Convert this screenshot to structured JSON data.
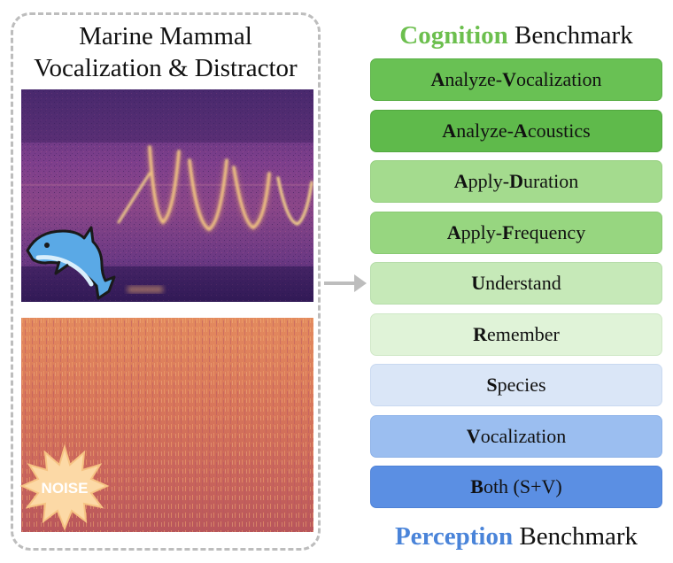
{
  "left_panel": {
    "title_line1": "Marine Mammal",
    "title_line2": "Vocalization & Distractor",
    "noise_label": "NOISE"
  },
  "cognition_title": {
    "highlight": "Cognition",
    "rest": " Benchmark",
    "color": "#6cbf4e"
  },
  "perception_title": {
    "highlight": "Perception",
    "rest": " Benchmark",
    "color": "#4a84d9"
  },
  "benchmarks": [
    {
      "label": "Analyze-Vocalization",
      "color": "#69c154",
      "border": "#5ab046"
    },
    {
      "label": "Analyze-Acoustics",
      "color": "#5fba4b",
      "border": "#52a83f"
    },
    {
      "label": "Apply-Duration",
      "color": "#a4db8e",
      "border": "#96cf80"
    },
    {
      "label": "Apply-Frequency",
      "color": "#97d680",
      "border": "#89c973"
    },
    {
      "label": "Understand",
      "color": "#c6e9b8",
      "border": "#b6ddaa"
    },
    {
      "label": "Remember",
      "color": "#e0f3d8",
      "border": "#d0e8c7"
    },
    {
      "label": "Species",
      "color": "#dae6f7",
      "border": "#c9d9f0"
    },
    {
      "label": "Vocalization",
      "color": "#9bbef0",
      "border": "#8cb1e8"
    },
    {
      "label": "Both (S+V)",
      "color": "#5b8fe3",
      "border": "#4e81d6"
    }
  ]
}
